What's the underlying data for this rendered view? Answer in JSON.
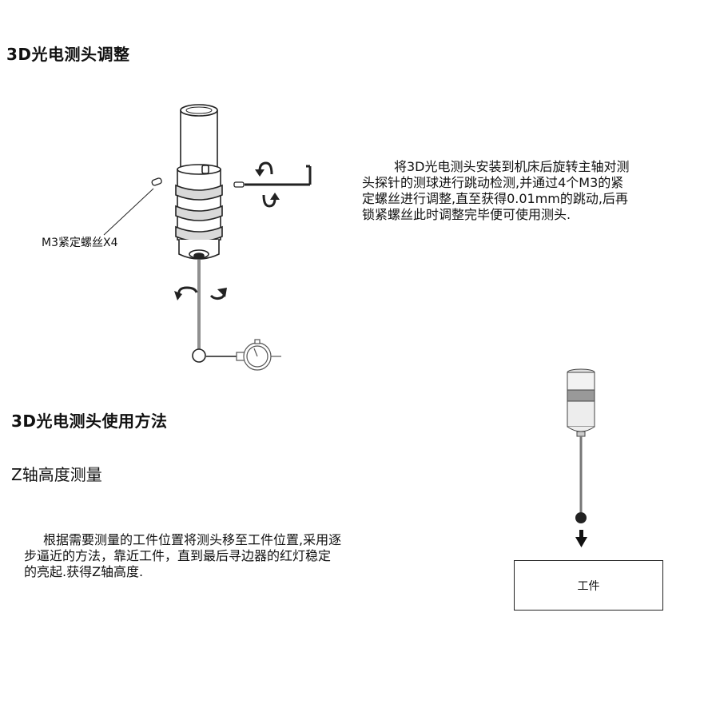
{
  "section1": {
    "title": "3D光电测头调整",
    "callout_label": "M3紧定螺丝X4",
    "paragraph_lines": [
      "将3D光电测头安装到机床后旋转主轴对测",
      "头探针的测球进行跳动检测,并通过4个M3的紧",
      "定螺丝进行调整,直至获得0.01mm的跳动,后再",
      "锁紧螺丝此时调整完毕便可使用测头."
    ],
    "icons": [
      "probe-icon",
      "hex-key-icon",
      "rotate-arrows-icon",
      "dial-indicator-icon"
    ]
  },
  "section2": {
    "title": "3D光电测头使用方法",
    "subtitle": "Z轴高度测量",
    "paragraph_lines": [
      "根据需要测量的工件位置将测头移至工件位置,采用逐",
      "步逼近的方法，靠近工件，直到最后寻边器的红灯稳定",
      "的亮起.获得Z轴高度."
    ],
    "workpiece_label": "工件",
    "icons": [
      "probe-icon",
      "down-arrow-icon"
    ]
  }
}
